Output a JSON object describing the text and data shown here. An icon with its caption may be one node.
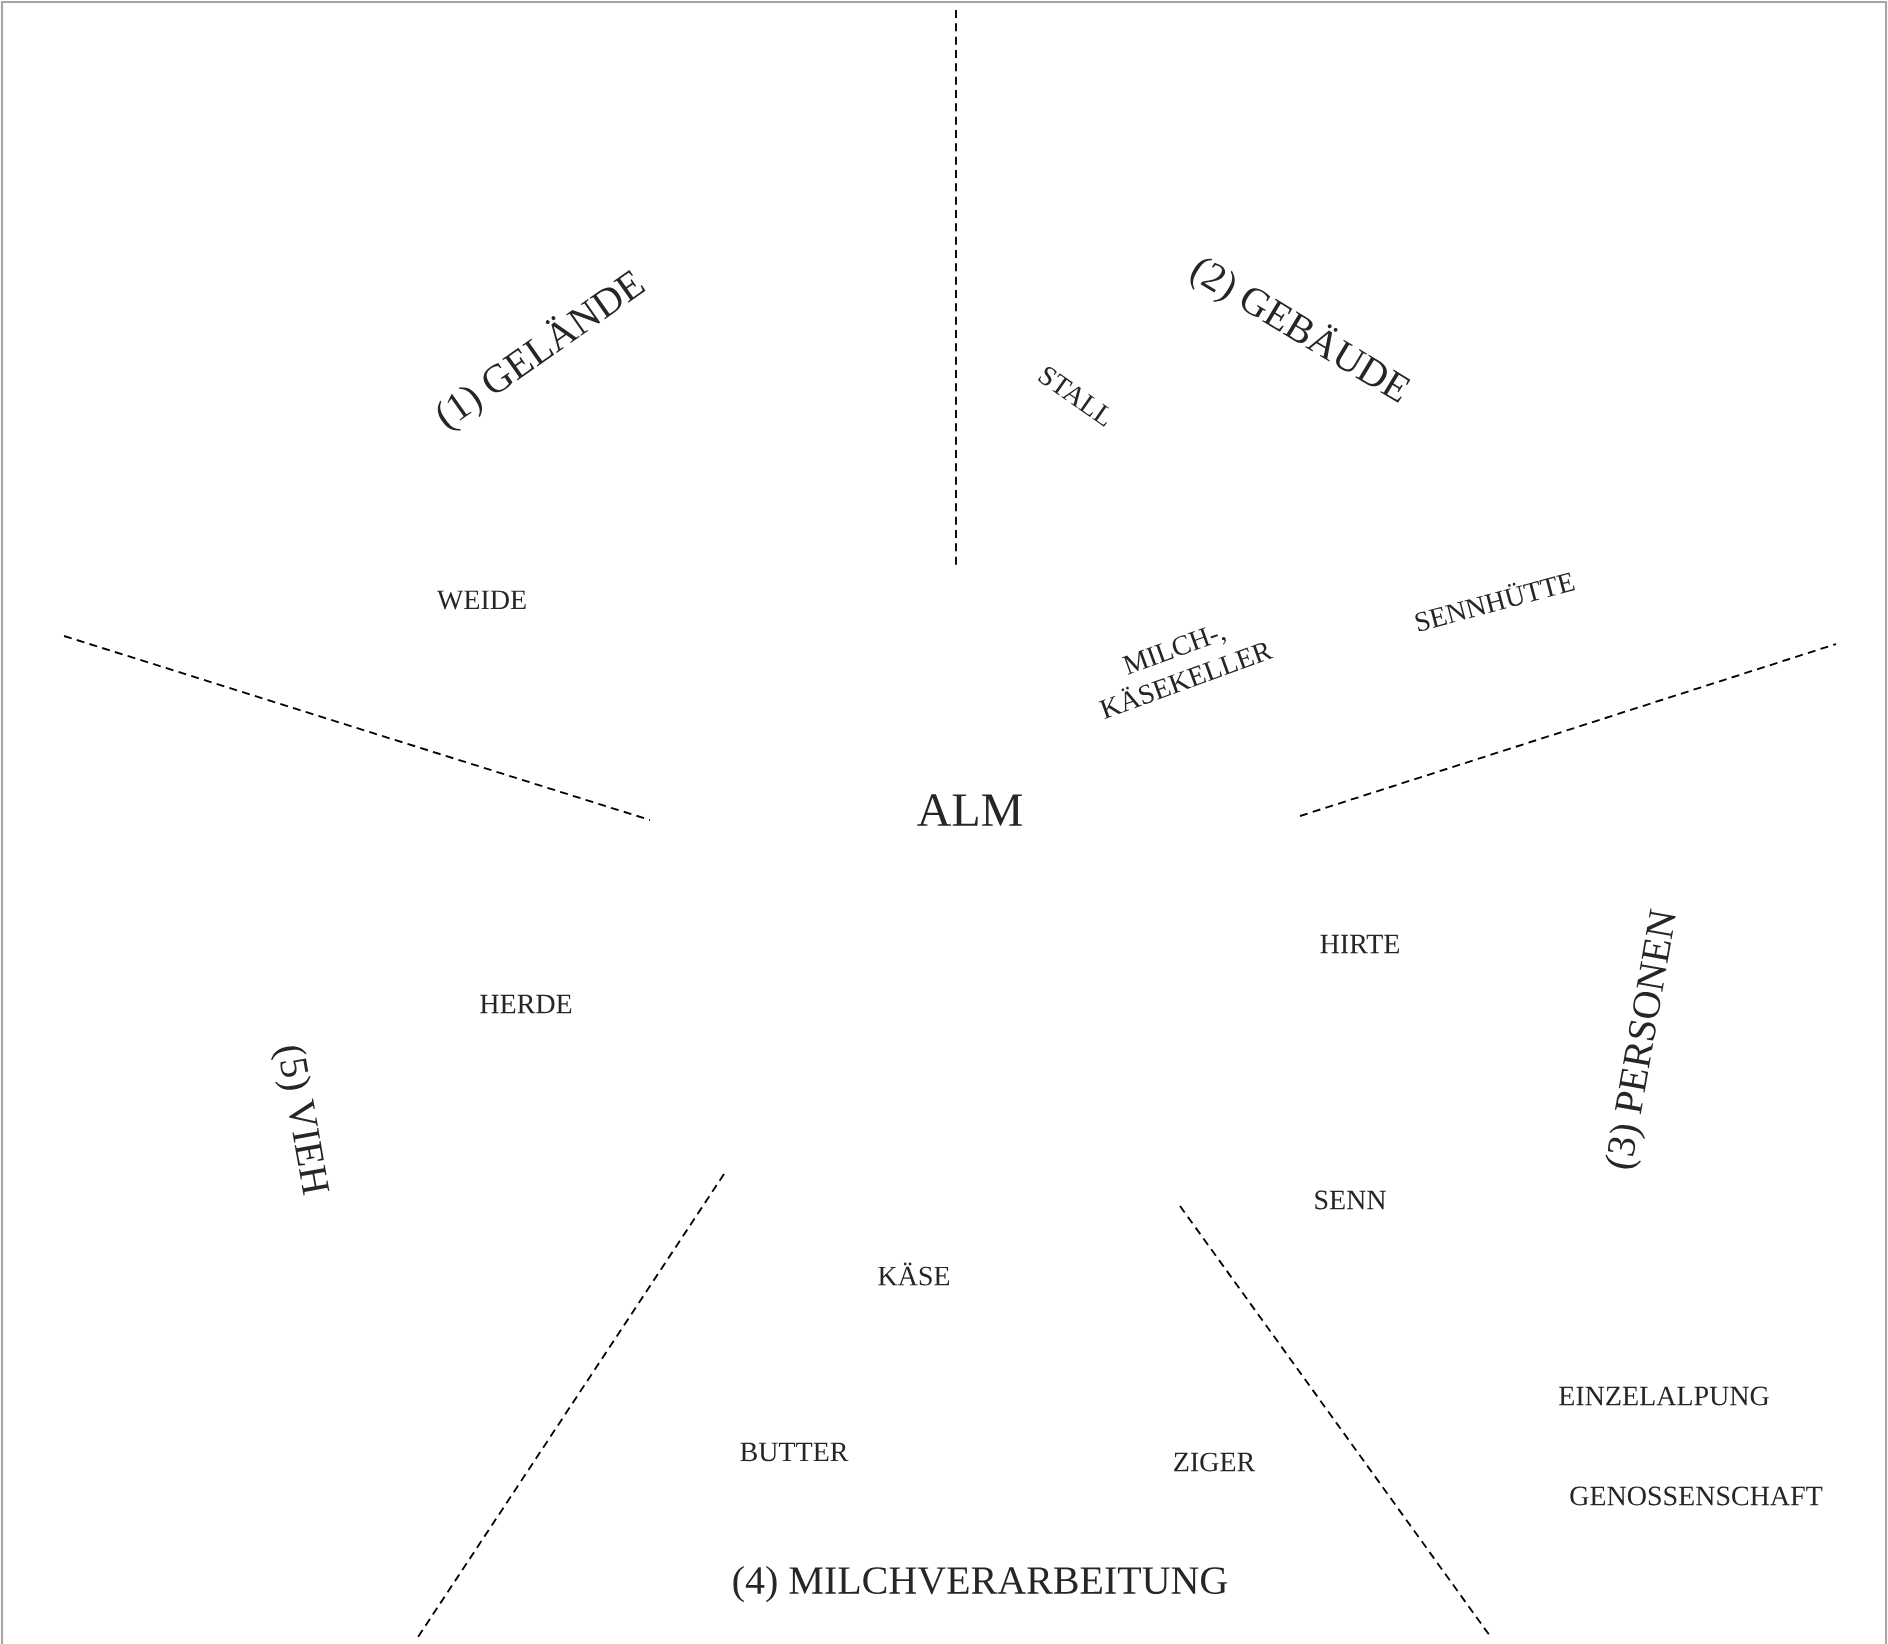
{
  "diagram": {
    "labels": [
      "(1) GELÄNDE",
      "(2) GEBÄUDE",
      "STALL",
      "WEIDE",
      "MILCH-, KÄSEKELLER",
      "SENNHÜTTE",
      "ALM",
      "HIRTE",
      "(3) PERSONEN",
      "HERDE",
      "(5) VIEH",
      "SENN",
      "KÄSE",
      "EINZELALPUNG",
      "BUTTER",
      "ZIGER",
      "GENOSSENSCHAFT",
      "(4) MILCHVERARBEITUNG"
    ]
  }
}
